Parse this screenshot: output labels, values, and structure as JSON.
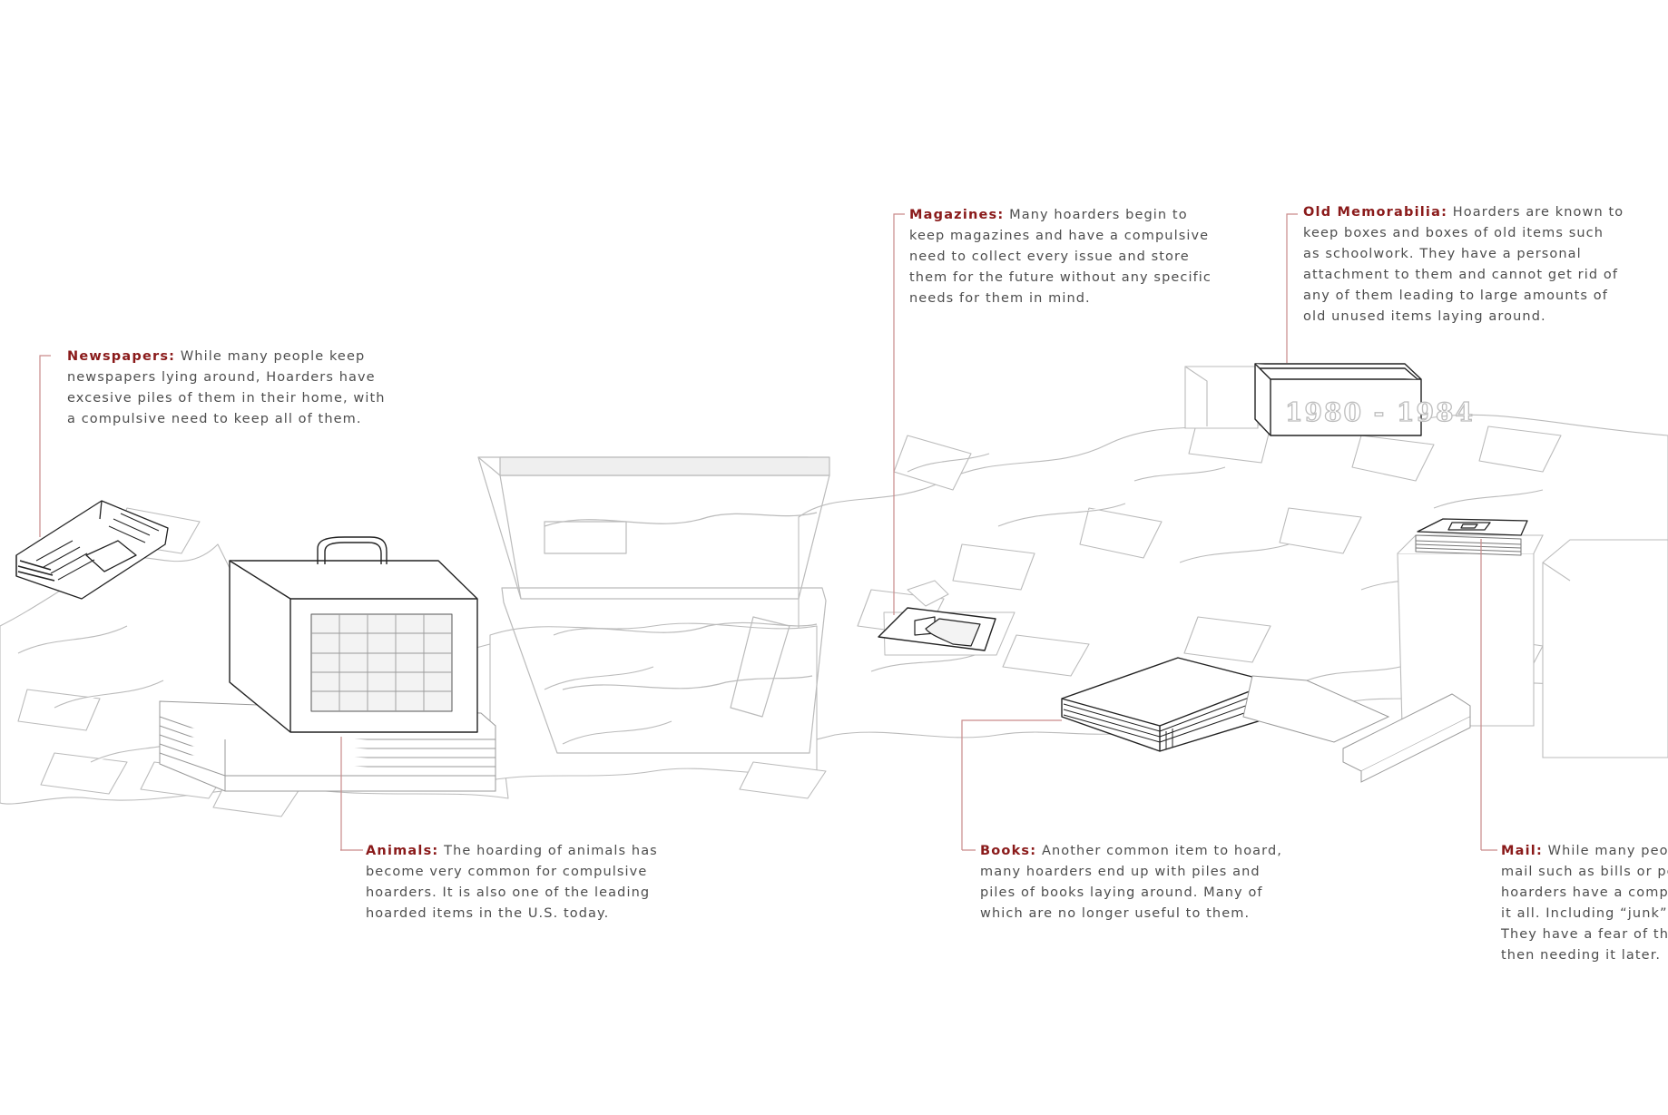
{
  "colors": {
    "accent": "#8a1a1a",
    "body_text": "#4d4d4d",
    "leader_line": "#c98a8a",
    "clutter_stroke": "#bbbbbb",
    "object_stroke": "#222222"
  },
  "box_label": "1980 - 1984",
  "callouts": {
    "newspapers": {
      "title": "Newspapers:",
      "lines": [
        "While many people keep",
        "newspapers lying around, Hoarders have",
        "excesive piles of them in their home, with",
        "a compulsive need to keep all of them."
      ]
    },
    "magazines": {
      "title": "Magazines:",
      "lines": [
        "Many hoarders begin to",
        "keep magazines and have a compulsive",
        "need to collect every issue and store",
        "them for the future without any specific",
        "needs for them in mind."
      ]
    },
    "memorabilia": {
      "title": "Old Memorabilia:",
      "lines": [
        "Hoarders are known to",
        "keep boxes and boxes of old items such",
        "as schoolwork. They have a personal",
        "attachment to them and cannot get rid of",
        "any of them leading to large amounts of",
        "old unused items laying around."
      ]
    },
    "animals": {
      "title": "Animals:",
      "lines": [
        "The hoarding of animals has",
        "become very common for compulsive",
        "hoarders. It is also one of the leading",
        "hoarded items in the U.S. today."
      ]
    },
    "books": {
      "title": "Books:",
      "lines": [
        "Another common item to hoard,",
        "many hoarders end up with piles and",
        "piles of books laying around. Many of",
        "which are no longer useful to them."
      ]
    },
    "mail": {
      "title": "Mail:",
      "lines": [
        "While many people",
        "mail such as bills or per",
        "hoarders have a compuls",
        "it all. Including “junk” m",
        "They have a fear of thro",
        "then needing it later."
      ]
    }
  }
}
